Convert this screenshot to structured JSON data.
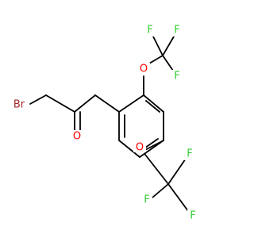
{
  "molecule": {
    "atoms": [
      {
        "id": "Br",
        "label": "Br",
        "color": "#a52a2a"
      },
      {
        "id": "O_keto",
        "label": "O",
        "color": "#ff0000"
      },
      {
        "id": "O_ether_top",
        "label": "O",
        "color": "#ff0000"
      },
      {
        "id": "O_ether_bottom",
        "label": "O",
        "color": "#ff0000"
      },
      {
        "id": "F_top_left",
        "label": "F",
        "color": "#33cc33"
      },
      {
        "id": "F_top_mid",
        "label": "F",
        "color": "#33cc33"
      },
      {
        "id": "F_top_right",
        "label": "F",
        "color": "#33cc33"
      },
      {
        "id": "F_bottom_left",
        "label": "F",
        "color": "#33cc33"
      },
      {
        "id": "F_bottom_mid",
        "label": "F",
        "color": "#33cc33"
      },
      {
        "id": "F_bottom_right",
        "label": "F",
        "color": "#33cc33"
      }
    ],
    "bond_color": "#000000"
  }
}
